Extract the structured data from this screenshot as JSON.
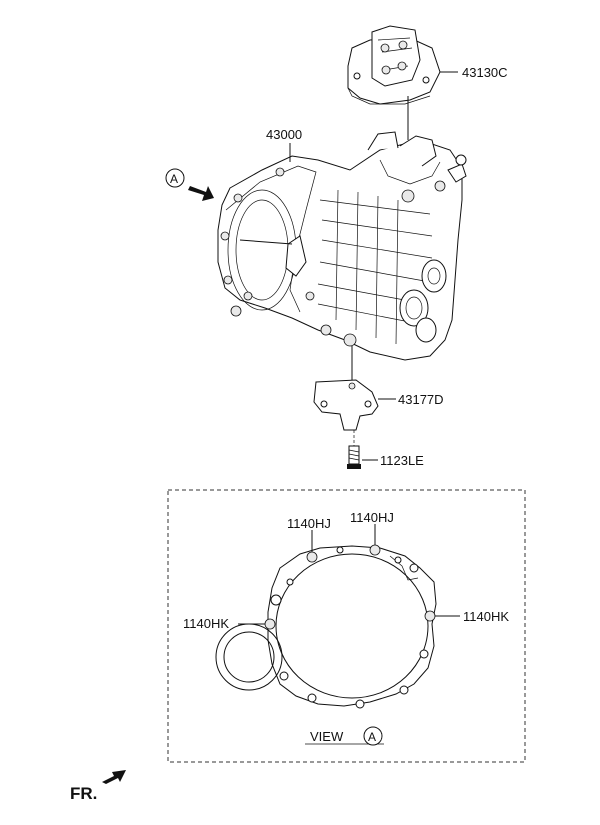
{
  "parts": {
    "mount_top": "43130C",
    "transaxle": "43000",
    "bracket": "43177D",
    "bolt": "1123LE",
    "hj_left": "1140HJ",
    "hj_right": "1140HJ",
    "hk_left": "1140HK",
    "hk_right": "1140HK"
  },
  "markers": {
    "view_callout": "A",
    "view_label": "VIEW",
    "view_circle": "A",
    "front_label": "FR."
  },
  "icons": {
    "view_arrow": "arrow-right-down-icon",
    "front_arrow": "arrow-left-down-icon"
  }
}
